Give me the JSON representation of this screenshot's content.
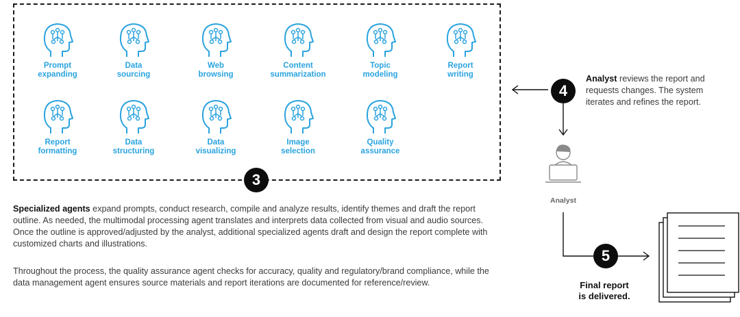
{
  "agents_row1": [
    {
      "label": "Prompt\nexpanding",
      "icon": "head-network-icon"
    },
    {
      "label": "Data\nsourcing",
      "icon": "head-network-icon"
    },
    {
      "label": "Web\nbrowsing",
      "icon": "head-network-icon"
    },
    {
      "label": "Content\nsummarization",
      "icon": "head-network-icon"
    },
    {
      "label": "Topic\nmodeling",
      "icon": "head-network-icon"
    },
    {
      "label": "Report\nwriting",
      "icon": "head-network-icon"
    }
  ],
  "agents_row2": [
    {
      "label": "Report\nformatting",
      "icon": "head-network-icon"
    },
    {
      "label": "Data\nstructuring",
      "icon": "head-network-icon"
    },
    {
      "label": "Data\nvisualizing",
      "icon": "head-network-icon"
    },
    {
      "label": "Image\nselection",
      "icon": "head-network-icon"
    },
    {
      "label": "Quality\nassurance",
      "icon": "head-network-icon"
    }
  ],
  "steps": {
    "three": "3",
    "four": "4",
    "five": "5"
  },
  "paragraph1": {
    "bold": "Specialized agents",
    "text": " expand prompts, conduct research, compile and analyze results, identify themes and draft the report outline. As needed, the multimodal processing agent translates and interprets data collected from visual and audio sources. Once the outline is approved/adjusted by the analyst, additional specialized agents draft and design the report complete with customized charts and illustrations."
  },
  "paragraph2": {
    "text": "Throughout the process, the quality assurance agent checks for accuracy, quality and regulatory/brand compliance, while the data management agent ensures source materials and report iterations are documented for reference/review."
  },
  "analyst_note": {
    "bold": "Analyst",
    "text": " reviews the report and requests changes. The system iterates and refines the report."
  },
  "analyst_label": "Analyst",
  "final_label": "Final report\nis delivered.",
  "colors": {
    "accent": "#2aa3df",
    "dark": "#0d0d0d",
    "text": "#3a3a3a",
    "muted": "#999999"
  }
}
